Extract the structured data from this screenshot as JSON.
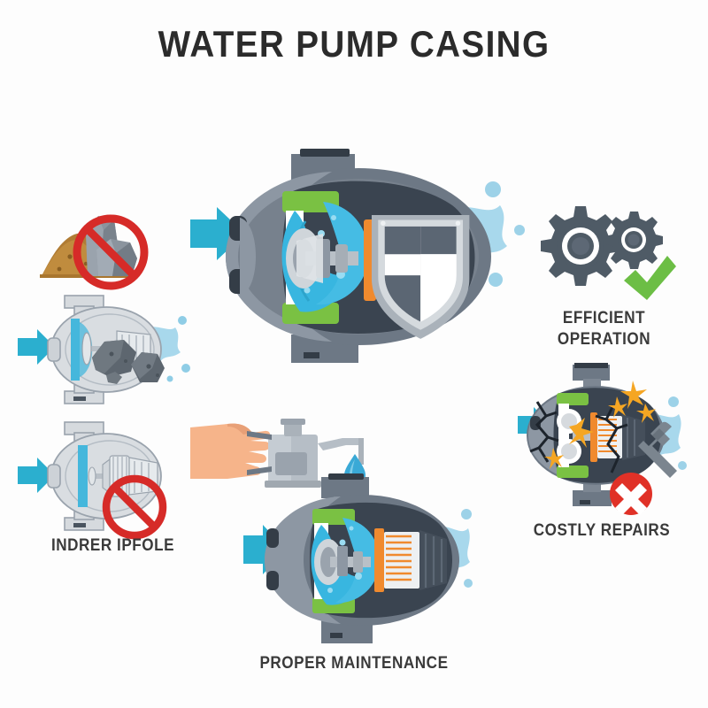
{
  "page": {
    "title": "WATER PUMP CASING",
    "background_color": "#fdfdfd"
  },
  "palette": {
    "title_text": "#2b2b2b",
    "caption_text": "#3a3a3a",
    "arrow_blue": "#2bafcf",
    "water_light": "#a8d8ec",
    "water_mid": "#45b7dc",
    "casing_light": "#8d97a3",
    "casing_mid": "#6d7885",
    "casing_dark": "#5b6673",
    "interior_dark": "#3a4450",
    "gasket_green": "#7ac143",
    "coil_orange": "#f08a2e",
    "shield_silver": "#c6cdd4",
    "gear_gray": "#4f5b66",
    "check_green": "#6cbe45",
    "prohibit_red": "#d62b28",
    "x_red": "#e03127",
    "rock_gray": "#8b949e",
    "dirt_brown": "#a9762f",
    "skin": "#f6b48a",
    "spark_orange": "#f5a623",
    "outline_gray": "#9aa3ad"
  },
  "sections": [
    {
      "id": "contaminants",
      "name": "contaminants-warning",
      "caption": "",
      "icons": [
        "dirt-pile",
        "rocks",
        "prohibition-sign"
      ]
    },
    {
      "id": "clogged-pump",
      "name": "clogged-pump-illustration",
      "caption": "",
      "icons": [
        "outline-pump",
        "rocks-inside",
        "inlet-arrow",
        "water-splash"
      ]
    },
    {
      "id": "improper",
      "name": "improper-operation",
      "caption": "INDRER IPFOLE",
      "icons": [
        "outline-pump",
        "prohibition-sign",
        "inlet-arrow"
      ]
    },
    {
      "id": "main-pump",
      "name": "main-pump-cutaway",
      "caption": "",
      "icons": [
        "pump-cutaway",
        "impeller",
        "motor-coil",
        "shield",
        "inlet-arrow",
        "water-splash"
      ]
    },
    {
      "id": "efficient",
      "name": "efficient-operation",
      "caption": "EFFICIENT\nOPERATION",
      "icons": [
        "gear-large-icon",
        "gear-small-icon",
        "check-icon"
      ]
    },
    {
      "id": "costly",
      "name": "costly-repairs",
      "caption": "COSTLY REPAIRS",
      "icons": [
        "broken-pump",
        "spark-icon",
        "wrench-icon",
        "x-circle-icon"
      ]
    },
    {
      "id": "maintenance",
      "name": "proper-maintenance",
      "caption": "PROPER MAINTENANCE",
      "icons": [
        "hand-icon",
        "oil-can-icon",
        "water-drop-icon",
        "pump-cutaway"
      ]
    }
  ],
  "captions": {
    "efficient": "EFFICIENT\nOPERATION",
    "costly": "COSTLY REPAIRS",
    "proper": "PROPER MAINTENANCE",
    "improper": "INDRER IPFOLE"
  }
}
